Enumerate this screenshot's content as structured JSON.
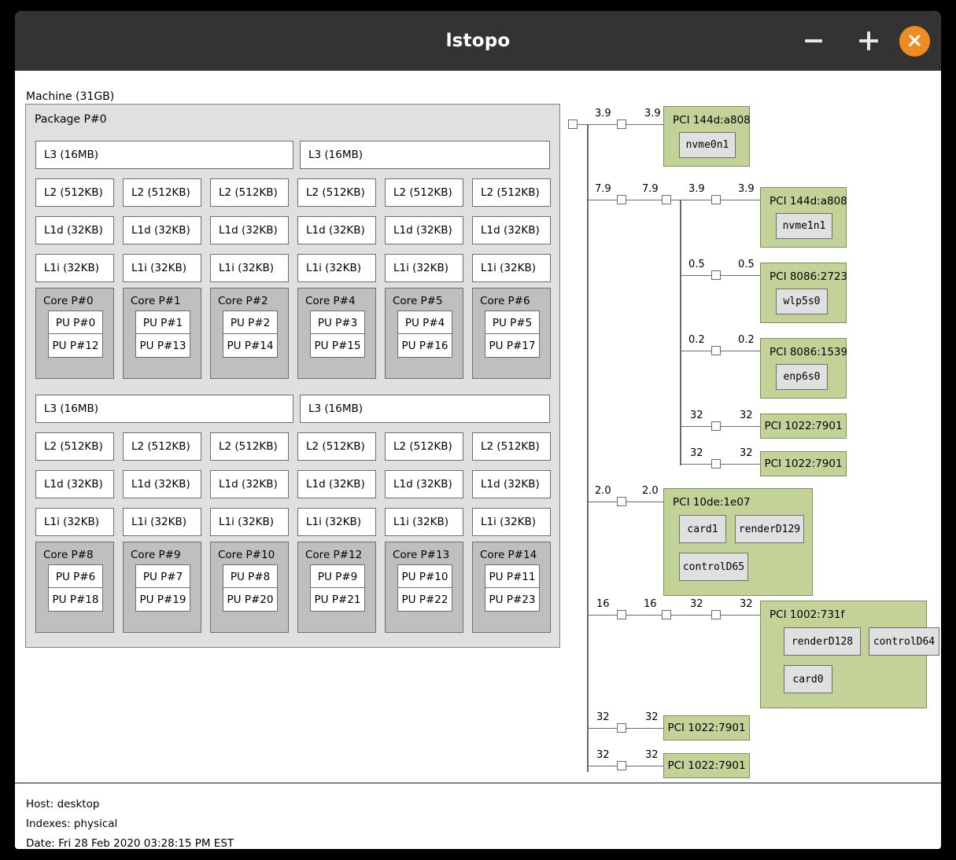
{
  "window": {
    "title": "lstopo",
    "buttons": {
      "minimize": "minimize-icon",
      "maximize": "maximize-icon",
      "close": "close-icon"
    },
    "accent_color": "#ef8b23",
    "titlebar_color": "#333333"
  },
  "machine": {
    "label": "Machine (31GB)"
  },
  "package": {
    "label": "Package P#0",
    "groups": [
      {
        "l3": [
          "L3 (16MB)",
          "L3 (16MB)"
        ],
        "l2": [
          "L2 (512KB)",
          "L2 (512KB)",
          "L2 (512KB)",
          "L2 (512KB)",
          "L2 (512KB)",
          "L2 (512KB)"
        ],
        "l1d": [
          "L1d (32KB)",
          "L1d (32KB)",
          "L1d (32KB)",
          "L1d (32KB)",
          "L1d (32KB)",
          "L1d (32KB)"
        ],
        "l1i": [
          "L1i (32KB)",
          "L1i (32KB)",
          "L1i (32KB)",
          "L1i (32KB)",
          "L1i (32KB)",
          "L1i (32KB)"
        ],
        "cores": [
          {
            "label": "Core P#0",
            "pus": [
              "PU P#0",
              "PU P#12"
            ]
          },
          {
            "label": "Core P#1",
            "pus": [
              "PU P#1",
              "PU P#13"
            ]
          },
          {
            "label": "Core P#2",
            "pus": [
              "PU P#2",
              "PU P#14"
            ]
          },
          {
            "label": "Core P#4",
            "pus": [
              "PU P#3",
              "PU P#15"
            ]
          },
          {
            "label": "Core P#5",
            "pus": [
              "PU P#4",
              "PU P#16"
            ]
          },
          {
            "label": "Core P#6",
            "pus": [
              "PU P#5",
              "PU P#17"
            ]
          }
        ]
      },
      {
        "l3": [
          "L3 (16MB)",
          "L3 (16MB)"
        ],
        "l2": [
          "L2 (512KB)",
          "L2 (512KB)",
          "L2 (512KB)",
          "L2 (512KB)",
          "L2 (512KB)",
          "L2 (512KB)"
        ],
        "l1d": [
          "L1d (32KB)",
          "L1d (32KB)",
          "L1d (32KB)",
          "L1d (32KB)",
          "L1d (32KB)",
          "L1d (32KB)"
        ],
        "l1i": [
          "L1i (32KB)",
          "L1i (32KB)",
          "L1i (32KB)",
          "L1i (32KB)",
          "L1i (32KB)",
          "L1i (32KB)"
        ],
        "cores": [
          {
            "label": "Core P#8",
            "pus": [
              "PU P#6",
              "PU P#18"
            ]
          },
          {
            "label": "Core P#9",
            "pus": [
              "PU P#7",
              "PU P#19"
            ]
          },
          {
            "label": "Core P#10",
            "pus": [
              "PU P#8",
              "PU P#20"
            ]
          },
          {
            "label": "Core P#12",
            "pus": [
              "PU P#9",
              "PU P#21"
            ]
          },
          {
            "label": "Core P#13",
            "pus": [
              "PU P#10",
              "PU P#22"
            ]
          },
          {
            "label": "Core P#14",
            "pus": [
              "PU P#11",
              "PU P#23"
            ]
          }
        ]
      }
    ]
  },
  "io": {
    "pci": [
      {
        "id": "nvme0",
        "title": "PCI 144d:a808",
        "osdevs": [
          "nvme0n1"
        ]
      },
      {
        "id": "nvme1",
        "title": "PCI 144d:a808",
        "osdevs": [
          "nvme1n1"
        ]
      },
      {
        "id": "wifi",
        "title": "PCI 8086:2723",
        "osdevs": [
          "wlp5s0"
        ]
      },
      {
        "id": "eth",
        "title": "PCI 8086:1539",
        "osdevs": [
          "enp6s0"
        ]
      },
      {
        "id": "sata1",
        "title": "PCI 1022:7901",
        "osdevs": []
      },
      {
        "id": "sata2",
        "title": "PCI 1022:7901",
        "osdevs": []
      },
      {
        "id": "nvgpu",
        "title": "PCI 10de:1e07",
        "osdevs": [
          "card1",
          "renderD129",
          "controlD65"
        ]
      },
      {
        "id": "amdgpu",
        "title": "PCI 1002:731f",
        "osdevs": [
          "renderD128",
          "controlD64",
          "card0"
        ]
      },
      {
        "id": "sata3",
        "title": "PCI 1022:7901",
        "osdevs": []
      },
      {
        "id": "sata4",
        "title": "PCI 1022:7901",
        "osdevs": []
      }
    ],
    "bandwidths": {
      "nvme0": [
        "3.9",
        "3.9"
      ],
      "bridge": [
        "7.9",
        "7.9"
      ],
      "nvme1": [
        "3.9",
        "3.9"
      ],
      "wifi": [
        "0.5",
        "0.5"
      ],
      "eth": [
        "0.2",
        "0.2"
      ],
      "sata1": [
        "32",
        "32"
      ],
      "sata2": [
        "32",
        "32"
      ],
      "nvgpu": [
        "2.0",
        "2.0"
      ],
      "amdgpu": [
        "16",
        "16",
        "32",
        "32"
      ],
      "sata3": [
        "32",
        "32"
      ],
      "sata4": [
        "32",
        "32"
      ]
    }
  },
  "footer": {
    "host": "Host: desktop",
    "indexes": "Indexes: physical",
    "date": "Date: Fri 28 Feb 2020 03:28:15 PM EST"
  }
}
